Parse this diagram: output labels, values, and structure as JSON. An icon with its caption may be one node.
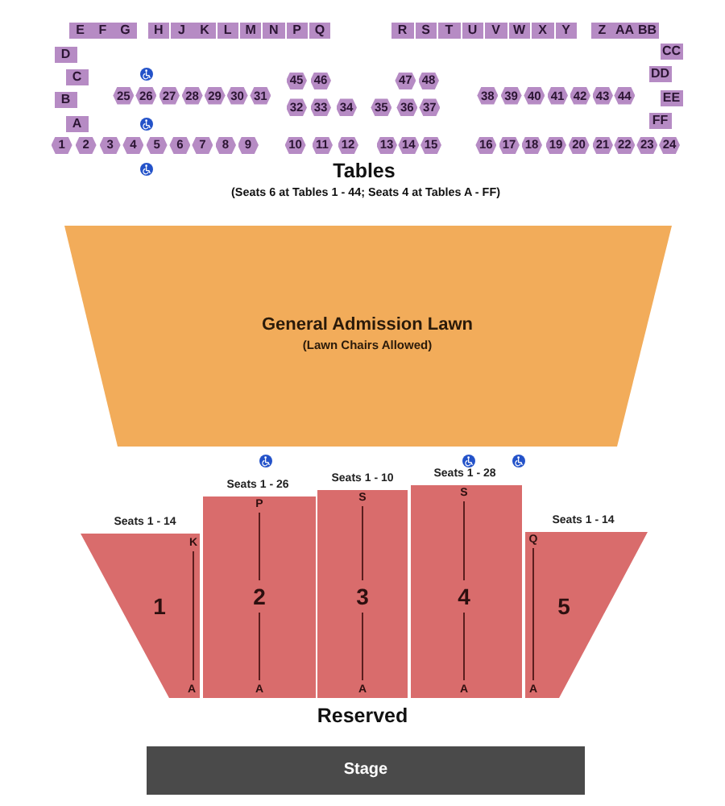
{
  "diagram": {
    "nodes": [
      {
        "text": [
          "E"
        ]
      },
      {
        "text": [
          "F"
        ]
      },
      {
        "text": [
          "G"
        ]
      },
      {
        "text": [
          "H"
        ]
      },
      {
        "text": [
          "J"
        ]
      },
      {
        "text": [
          "K"
        ]
      },
      {
        "text": [
          "L"
        ]
      },
      {
        "text": [
          "M"
        ]
      },
      {
        "text": [
          "N"
        ]
      },
      {
        "text": [
          "P"
        ]
      },
      {
        "text": [
          "Q"
        ]
      },
      {
        "text": [
          "R"
        ]
      },
      {
        "text": [
          "S"
        ]
      },
      {
        "text": [
          "T"
        ]
      },
      {
        "text": [
          "U"
        ]
      },
      {
        "text": [
          "V"
        ]
      },
      {
        "text": [
          "W"
        ]
      },
      {
        "text": [
          "X"
        ]
      },
      {
        "text": [
          "Y"
        ]
      },
      {
        "text": [
          "Z"
        ]
      },
      {
        "text": [
          "AA"
        ]
      },
      {
        "text": [
          "BB"
        ]
      },
      {
        "text": [
          "D"
        ]
      },
      {
        "text": [
          "C"
        ]
      },
      {
        "text": [
          "B"
        ]
      },
      {
        "text": [
          "A"
        ]
      },
      {
        "text": [
          "CC"
        ]
      },
      {
        "text": [
          "DD"
        ]
      },
      {
        "text": [
          "EE"
        ]
      },
      {
        "text": [
          "FF"
        ]
      },
      {
        "text": [
          "1"
        ]
      },
      {
        "text": [
          "2"
        ]
      },
      {
        "text": [
          "3"
        ]
      },
      {
        "text": [
          "4"
        ]
      },
      {
        "text": [
          "5"
        ]
      },
      {
        "text": [
          "6"
        ]
      },
      {
        "text": [
          "7"
        ]
      },
      {
        "text": [
          "8"
        ]
      },
      {
        "text": [
          "9"
        ]
      },
      {
        "text": [
          "10"
        ]
      },
      {
        "text": [
          "11"
        ]
      },
      {
        "text": [
          "12"
        ]
      },
      {
        "text": [
          "13"
        ]
      },
      {
        "text": [
          "14"
        ]
      },
      {
        "text": [
          "15"
        ]
      },
      {
        "text": [
          "16"
        ]
      },
      {
        "text": [
          "17"
        ]
      },
      {
        "text": [
          "18"
        ]
      },
      {
        "text": [
          "19"
        ]
      },
      {
        "text": [
          "20"
        ]
      },
      {
        "text": [
          "21"
        ]
      },
      {
        "text": [
          "22"
        ]
      },
      {
        "text": [
          "23"
        ]
      },
      {
        "text": [
          "24"
        ]
      },
      {
        "text": [
          "25"
        ]
      },
      {
        "text": [
          "26"
        ]
      },
      {
        "text": [
          "27"
        ]
      },
      {
        "text": [
          "28"
        ]
      },
      {
        "text": [
          "29"
        ]
      },
      {
        "text": [
          "30"
        ]
      },
      {
        "text": [
          "31"
        ]
      },
      {
        "text": [
          "32"
        ]
      },
      {
        "text": [
          "33"
        ]
      },
      {
        "text": [
          "34"
        ]
      },
      {
        "text": [
          "35"
        ]
      },
      {
        "text": [
          "36"
        ]
      },
      {
        "text": [
          "37"
        ]
      },
      {
        "text": [
          "38"
        ]
      },
      {
        "text": [
          "39"
        ]
      },
      {
        "text": [
          "40"
        ]
      },
      {
        "text": [
          "41"
        ]
      },
      {
        "text": [
          "42"
        ]
      },
      {
        "text": [
          "43"
        ]
      },
      {
        "text": [
          "44"
        ]
      },
      {
        "text": [
          "45"
        ]
      },
      {
        "text": [
          "46"
        ]
      },
      {
        "text": [
          "47"
        ]
      },
      {
        "text": [
          "48"
        ]
      },
      {
        "text": [
          "General Admission Lawn",
          "(Lawn Chairs Allowed)"
        ]
      },
      {
        "text": [
          "Seats 1 - 14",
          "K",
          "1",
          "A"
        ]
      },
      {
        "text": [
          "Seats 1 - 26",
          "P",
          "2",
          "A"
        ]
      },
      {
        "text": [
          "Seats 1 - 10",
          "S",
          "3",
          "A"
        ]
      },
      {
        "text": [
          "Seats 1 - 28",
          "S",
          "4",
          "A"
        ]
      },
      {
        "text": [
          "Seats 1 - 14",
          "Q",
          "5",
          "A"
        ]
      },
      {
        "text": [
          "Stage"
        ]
      }
    ],
    "labels": [
      "Tables",
      "(Seats 6 at Tables 1 - 44; Seats 4 at Tables A - FF)",
      "Reserved"
    ]
  }
}
